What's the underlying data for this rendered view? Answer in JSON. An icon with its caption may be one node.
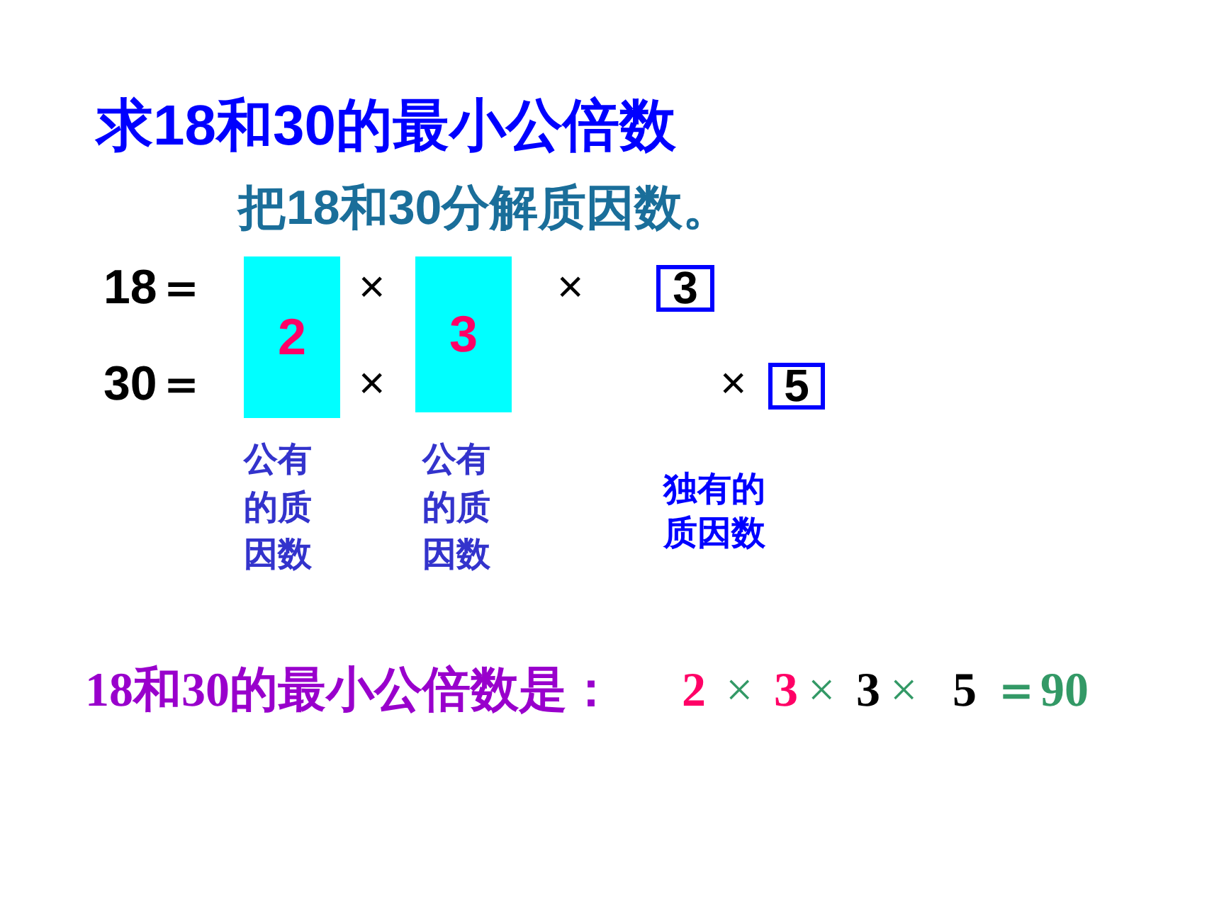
{
  "diagram": {
    "title": "求18和30的最小公倍数",
    "nodes": [
      {
        "text": [
          "2"
        ]
      },
      {
        "text": [
          "3"
        ]
      },
      {
        "text": [
          "3"
        ]
      },
      {
        "text": [
          "5"
        ]
      }
    ],
    "labels": [
      "把18和30分解质因数。",
      "18＝",
      "×",
      "×",
      "30＝",
      "×",
      "×",
      "公有的质因数",
      "公有的质因数",
      "独有的质因数",
      "18和30的最小公倍数是：",
      "2",
      "×",
      "3",
      "×",
      "3",
      "×",
      "5",
      "＝90"
    ]
  }
}
